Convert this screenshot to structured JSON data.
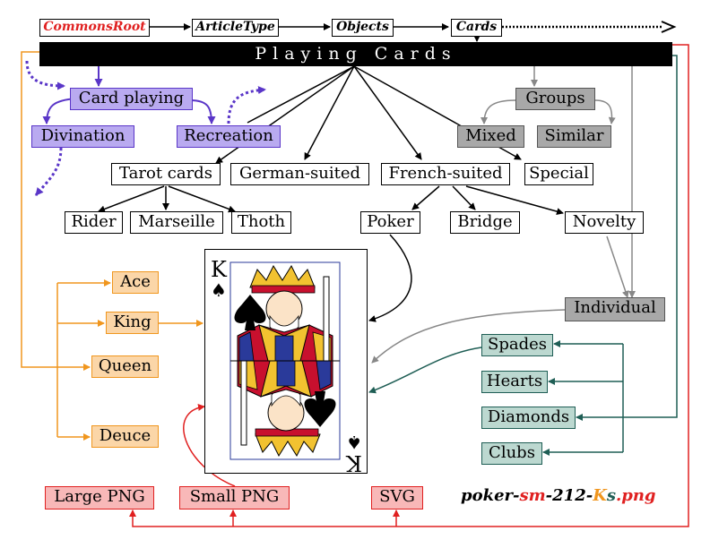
{
  "breadcrumb": {
    "root": "CommonsRoot",
    "article_type": "ArticleType",
    "objects": "Objects",
    "cards": "Cards"
  },
  "banner": {
    "title": "Playing Cards"
  },
  "categories": {
    "card_playing": "Card playing",
    "divination": "Divination",
    "recreation": "Recreation",
    "groups": "Groups",
    "mixed": "Mixed",
    "similar": "Similar",
    "special": "Special",
    "tarot_cards": "Tarot cards",
    "german_suited": "German-suited",
    "french_suited": "French-suited",
    "rider": "Rider",
    "marseille": "Marseille",
    "thoth": "Thoth",
    "poker": "Poker",
    "bridge": "Bridge",
    "novelty": "Novelty",
    "individual": "Individual"
  },
  "ranks": {
    "ace": "Ace",
    "king": "King",
    "queen": "Queen",
    "deuce": "Deuce"
  },
  "suits": {
    "spades": "Spades",
    "hearts": "Hearts",
    "diamonds": "Diamonds",
    "clubs": "Clubs"
  },
  "formats": {
    "large_png": "Large PNG",
    "small_png": "Small PNG",
    "svg": "SVG"
  },
  "filename": {
    "part1": "poker-",
    "part2": "sm",
    "part3": "-212-",
    "part4": "K",
    "part5": "s",
    "part6": ".png"
  },
  "card": {
    "rank_label": "K",
    "suit_symbol": "♠"
  },
  "colors": {
    "purple": "#5a36c8",
    "gray": "#888888",
    "orange": "#f0961e",
    "teal": "#1f5e55",
    "red": "#e02020",
    "card_red": "#c8102e",
    "card_gold": "#f2c230",
    "card_blue": "#2a3a9a"
  }
}
